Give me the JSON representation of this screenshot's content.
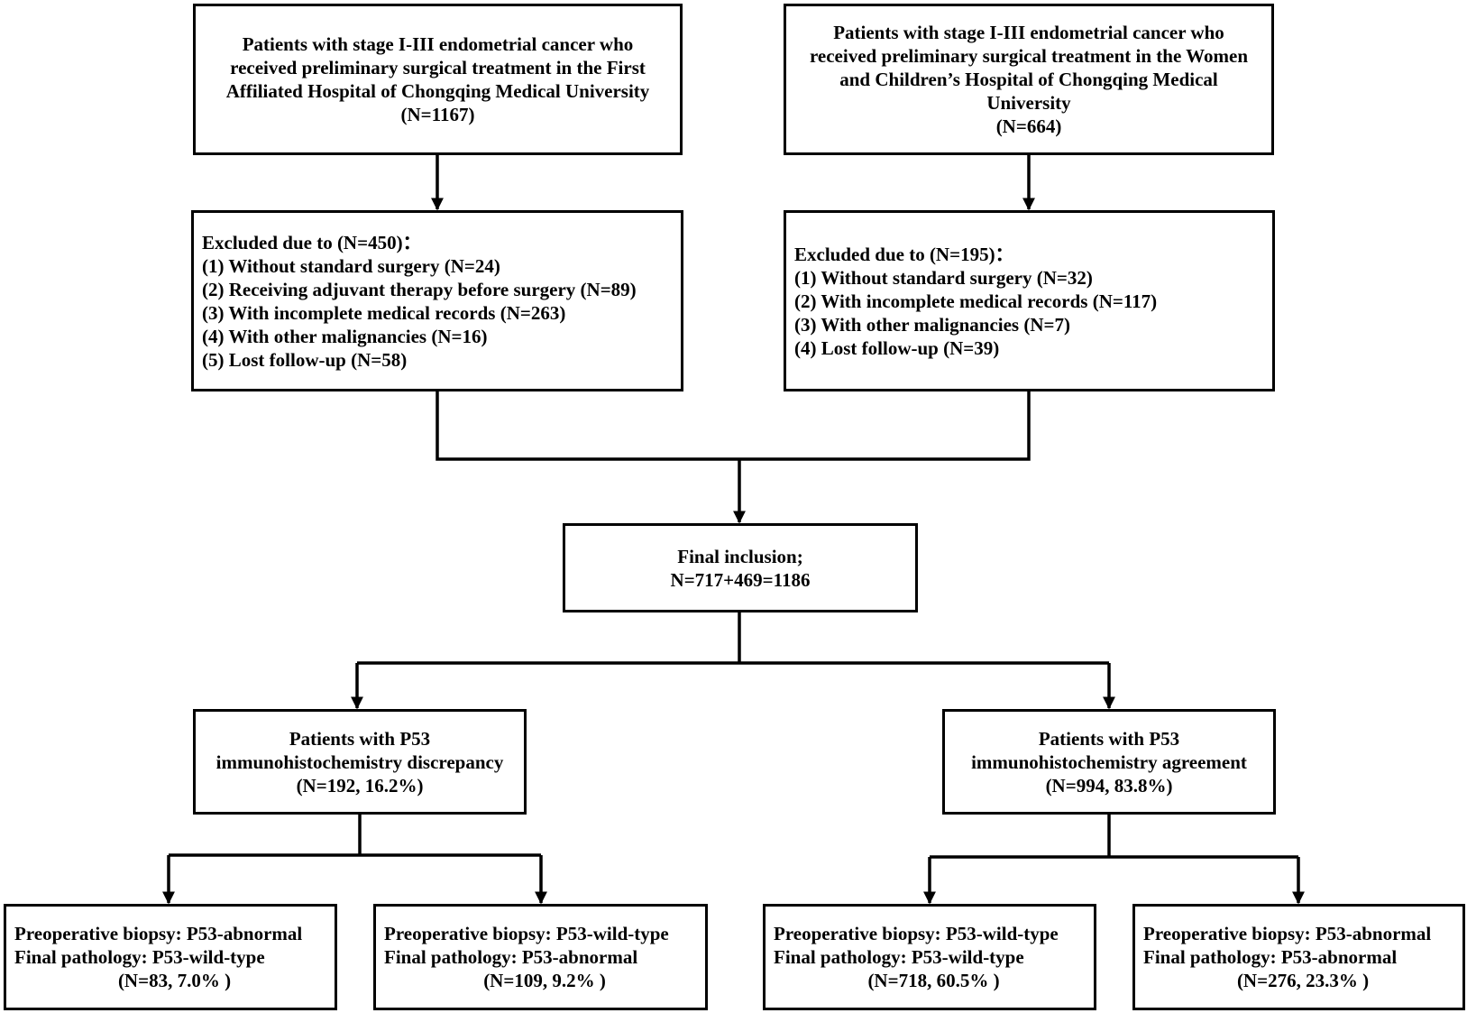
{
  "boxes": {
    "top_left": {
      "lines": [
        "Patients with stage I-III endometrial cancer who",
        "received preliminary surgical treatment in the First",
        "Affiliated Hospital of Chongqing Medical University",
        "(N=1167)"
      ]
    },
    "top_right": {
      "lines": [
        "Patients with stage I-III endometrial cancer who",
        "received preliminary surgical treatment in the Women",
        "and Children’s Hospital of Chongqing Medical",
        "University",
        "(N=664)"
      ]
    },
    "excl_left": {
      "heading": "Excluded due to (N=450)：",
      "items": [
        "(1) Without standard surgery (N=24)",
        "(2) Receiving adjuvant therapy before surgery (N=89)",
        "(3) With incomplete medical records (N=263)",
        "(4) With other malignancies (N=16)",
        "(5) Lost follow-up (N=58)"
      ]
    },
    "excl_right": {
      "heading": "Excluded due to (N=195)：",
      "items": [
        "(1) Without standard surgery (N=32)",
        "(2) With incomplete medical records (N=117)",
        "(3) With other malignancies (N=7)",
        "(4) Lost follow-up (N=39)"
      ]
    },
    "final": {
      "lines": [
        "Final inclusion;",
        "N=717+469=1186"
      ]
    },
    "discrepancy": {
      "lines": [
        "Patients with P53",
        "immunohistochemistry discrepancy",
        "(N=192, 16.2%)"
      ]
    },
    "agreement": {
      "lines": [
        "Patients with P53",
        "immunohistochemistry agreement",
        "(N=994, 83.8%)"
      ]
    },
    "leaf_1": {
      "lines": [
        "Preoperative biopsy: P53-abnormal",
        "Final pathology: P53-wild-type",
        "(N=83, 7.0% )"
      ]
    },
    "leaf_2": {
      "lines": [
        "Preoperative biopsy: P53-wild-type",
        "Final pathology: P53-abnormal",
        "(N=109, 9.2% )"
      ]
    },
    "leaf_3": {
      "lines": [
        "Preoperative biopsy: P53-wild-type",
        "Final pathology: P53-wild-type",
        "(N=718, 60.5% )"
      ]
    },
    "leaf_4": {
      "lines": [
        "Preoperative biopsy: P53-abnormal",
        "Final pathology: P53-abnormal",
        "(N=276, 23.3% )"
      ]
    }
  },
  "style": {
    "line_color": "#000000",
    "box_border": "#000000",
    "background": "#ffffff"
  }
}
